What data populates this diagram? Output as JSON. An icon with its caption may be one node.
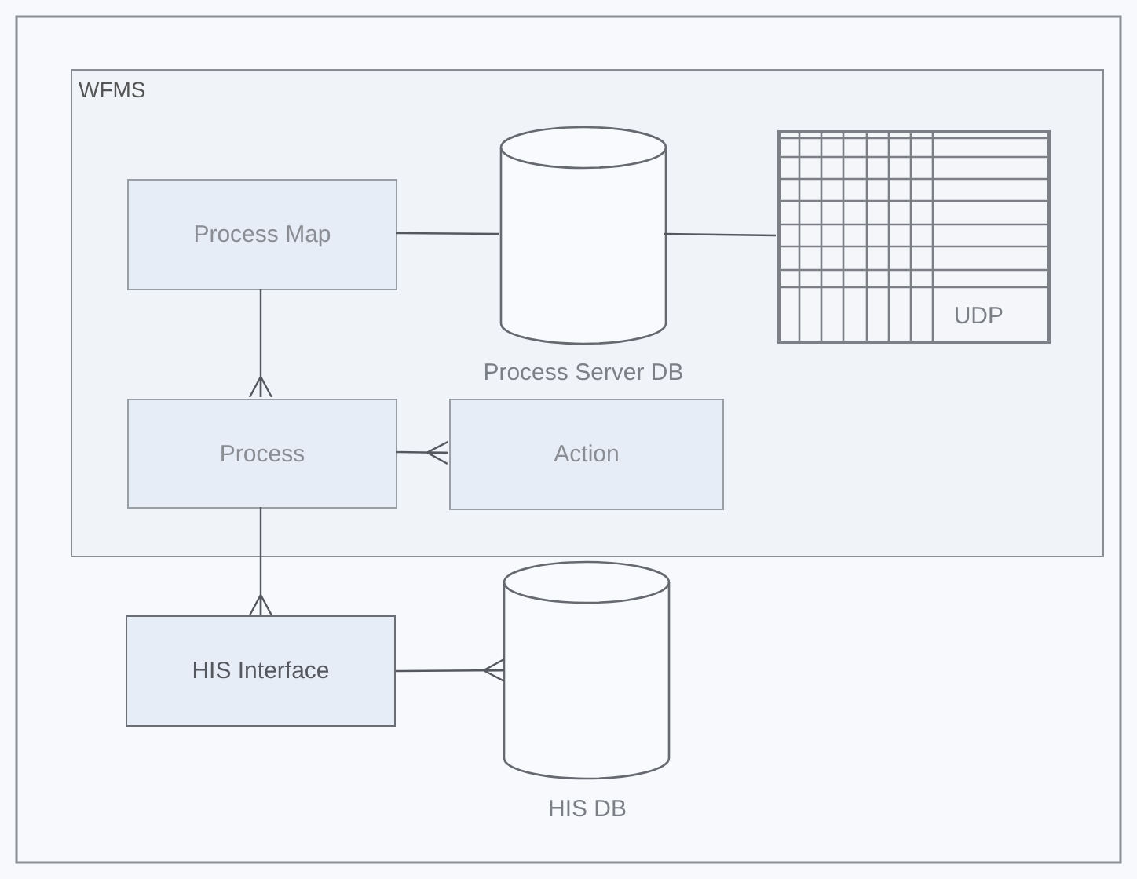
{
  "diagram": {
    "nodes": [
      {
        "text": [
          "WFMS"
        ]
      },
      {
        "text": [
          "Process Map"
        ],
        "in": 0
      },
      {
        "text": [
          "Process Server DB"
        ],
        "in": 0
      },
      {
        "text": [
          "UDP"
        ],
        "in": 0
      },
      {
        "text": [
          "Process"
        ],
        "in": 0
      },
      {
        "text": [
          "Action"
        ],
        "in": 0
      },
      {
        "text": [
          "HIS Interface"
        ]
      },
      {
        "text": [
          "HIS DB"
        ]
      }
    ],
    "edges": [
      {
        "from": 1,
        "to": 2,
        "arrow": "none"
      },
      {
        "from": 2,
        "to": 3,
        "arrow": "none"
      },
      {
        "from": 1,
        "to": 4,
        "arrow": "other"
      },
      {
        "from": 4,
        "to": 5,
        "arrow": "other"
      },
      {
        "from": 4,
        "to": 6,
        "arrow": "other"
      },
      {
        "from": 6,
        "to": 7,
        "arrow": "other"
      }
    ]
  }
}
